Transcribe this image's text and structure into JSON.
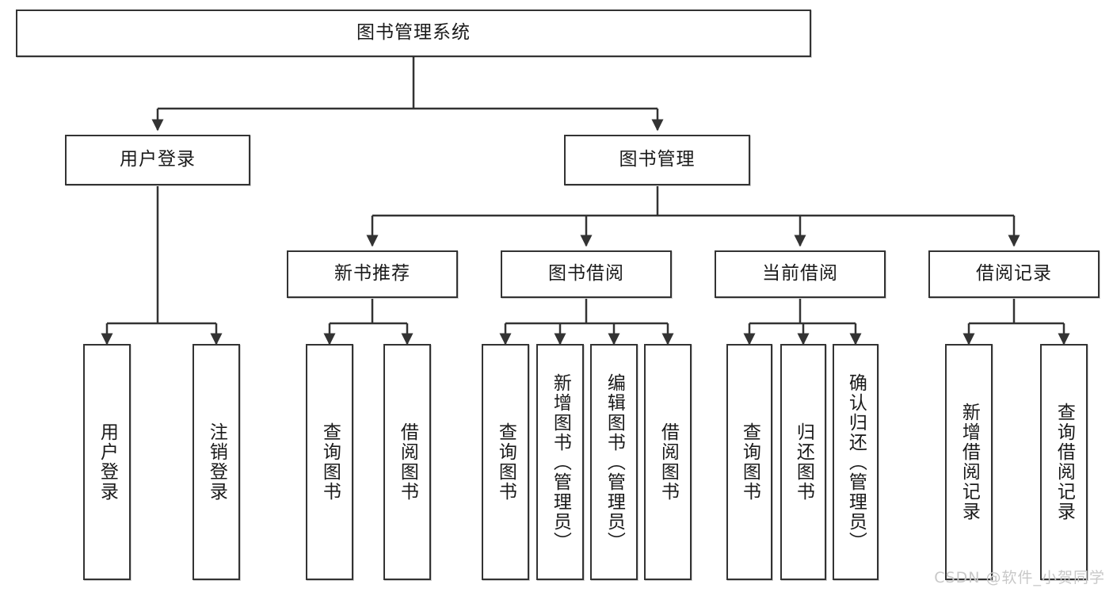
{
  "diagram": {
    "title": "图书管理系统",
    "type": "tree-hierarchy",
    "watermark": "CSDN @软件_小贺同学",
    "colors": {
      "box_border": "#333333",
      "box_fill": "#ffffff",
      "edge": "#333333",
      "text": "#1a1a1a",
      "watermark": "#c8c8c8",
      "background": "#ffffff"
    },
    "levels": {
      "root": {
        "label": "图书管理系统"
      },
      "level2": [
        {
          "label": "用户登录"
        },
        {
          "label": "图书管理"
        }
      ],
      "level3": [
        {
          "label": "新书推荐"
        },
        {
          "label": "图书借阅"
        },
        {
          "label": "当前借阅"
        },
        {
          "label": "借阅记录"
        }
      ],
      "leaves": {
        "user_login": [
          {
            "label": "用户登录"
          },
          {
            "label": "注销登录"
          }
        ],
        "new_book_recommend": [
          {
            "label": "查询图书"
          },
          {
            "label": "借阅图书"
          }
        ],
        "book_borrow": [
          {
            "label": "查询图书"
          },
          {
            "label": "新增图书（管理员）"
          },
          {
            "label": "编辑图书（管理员）"
          },
          {
            "label": "借阅图书"
          }
        ],
        "current_borrow": [
          {
            "label": "查询图书"
          },
          {
            "label": "归还图书"
          },
          {
            "label": "确认归还（管理员）"
          }
        ],
        "borrow_record": [
          {
            "label": "新增借阅记录"
          },
          {
            "label": "查询借阅记录"
          }
        ]
      }
    }
  }
}
